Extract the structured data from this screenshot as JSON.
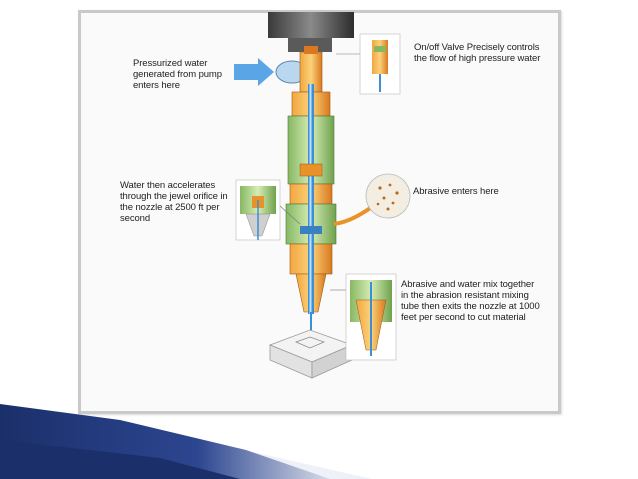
{
  "annotations": {
    "pressurized_water": "Pressurized water generated from pump enters here",
    "valve": "On/off Valve Precisely controls the flow of high pressure water",
    "accelerates": "Water then accelerates through the jewel orifice in the nozzle at 2500 ft per second",
    "abrasive_enters": "Abrasive enters here",
    "mix": "Abrasive and water mix together in the abrasion resistant mixing tube then exits the nozzle at 1000 feet per second to cut material"
  },
  "colors": {
    "accent_navy": "#1b2f6a",
    "accent_steel": "#7f92bd",
    "frame_border": "#c9c9c9",
    "nozzle_orange": "#e8922a",
    "nozzle_green": "#9cc878",
    "water_blue": "#3b8fd6"
  }
}
